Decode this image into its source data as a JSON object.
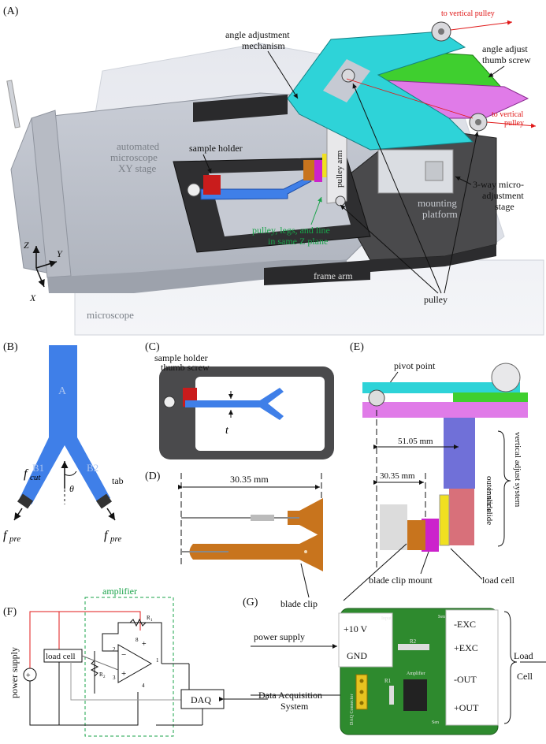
{
  "panels": {
    "a": "(A)",
    "b": "(B)",
    "c": "(C)",
    "d": "(D)",
    "e": "(E)",
    "f": "(F)",
    "g": "(G)"
  },
  "panel_a": {
    "to_vertical_pulley_1": "to vertical pulley",
    "to_vertical_pulley_2_l1": "to vertical",
    "to_vertical_pulley_2_l2": "pulley",
    "angle_adj_mech_l1": "angle adjustment",
    "angle_adj_mech_l2": "mechanism",
    "angle_adj_thumb_l1": "angle adjust",
    "angle_adj_thumb_l2": "thumb screw",
    "auto_stage_l1": "automated",
    "auto_stage_l2": "microscope",
    "auto_stage_l3": "XY stage",
    "sample_holder": "sample holder",
    "pulley_arm": "pulley arm",
    "three_way_l1": "3-way micro-",
    "three_way_l2": "adjustment",
    "three_way_l3": "stage",
    "mounting_l1": "mounting",
    "mounting_l2": "platform",
    "same_plane_l1": "pulley, legs, and line",
    "same_plane_l2": "in same Z plane",
    "frame_arm": "frame arm",
    "pulley": "pulley",
    "microscope": "microscope",
    "axis_z": "Z",
    "axis_y": "Y",
    "axis_x": "X"
  },
  "panel_b": {
    "leg_a": "A",
    "leg_b1": "B1",
    "leg_b2": "B2",
    "tab": "tab",
    "f_cut": "f",
    "f_cut_sub": "cut",
    "f_pre": "f",
    "f_pre_sub": "pre",
    "theta": "θ"
  },
  "panel_c": {
    "thumb_l1": "sample holder",
    "thumb_l2": "thumb screw",
    "thickness": "t"
  },
  "panel_d": {
    "dim": "30.35 mm",
    "blade_clip": "blade clip"
  },
  "panel_e": {
    "pivot": "pivot point",
    "dim_outer": "51.05 mm",
    "dim_inner": "30.35 mm",
    "outer_slide": "outer slide",
    "inner_slide": "inner slide",
    "vertical_system": "vertical adjust system",
    "blade_clip_mount": "blade clip mount",
    "load_cell": "load cell"
  },
  "panel_f": {
    "amplifier": "amplifier",
    "power_supply": "power supply",
    "load_cell": "load cell",
    "daq": "DAQ",
    "r1": "R",
    "r1_sub": "1",
    "r2": "R",
    "r2_sub": "2",
    "pin2": "2",
    "pin3": "3",
    "pin8": "8",
    "pin4": "4",
    "pin1": "1",
    "minus": "−",
    "plus": "+"
  },
  "panel_g": {
    "power_supply": "power supply",
    "v10": "+10 V",
    "gnd": "GND",
    "exc_minus": "-EXC",
    "exc_plus": "+EXC",
    "out_minus": "-OUT",
    "out_plus": "+OUT",
    "load_cell_l1": "Load",
    "load_cell_l2": "Cell",
    "daq_l1": "Data Acquisition",
    "daq_l2": "System",
    "pcb_input": "Input",
    "pcb_amplifier": "Amplifier",
    "pcb_r2": "R2",
    "pcb_r1": "R1",
    "pcb_daq": "DAQ Connector",
    "pcb_sen1": "Sen",
    "pcb_sen2": "Sen"
  },
  "colors": {
    "cyan": "#2ed3d8",
    "green": "#3fcf2f",
    "magenta": "#e07be8",
    "blue": "#3f7fe8",
    "orange": "#c8741d",
    "red": "#c91c1c",
    "dark": "#3a3a3a",
    "pcb": "#2e8a2e"
  }
}
